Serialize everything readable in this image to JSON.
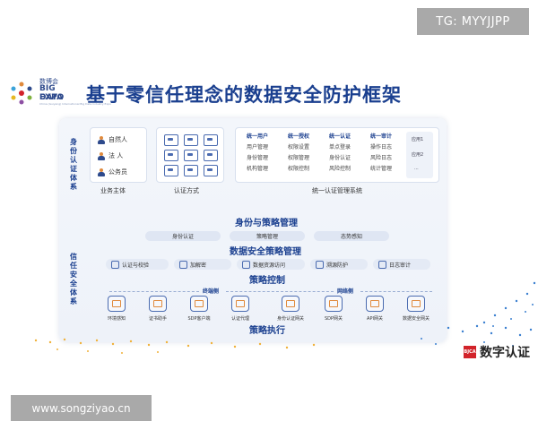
{
  "watermarks": {
    "top": "TG: MYYJJPP",
    "bottom": "www.songziyao.cn"
  },
  "logo": {
    "line1": "数博会",
    "line2": "BIG DATA",
    "line3": "EXPO",
    "line4": "China (Guiyang) International Big Data Industry Expo"
  },
  "title": "基于零信任理念的数据安全防护框架",
  "identity_section": {
    "label": "身份认证体系",
    "subjects": [
      "自然人",
      "法 人",
      "公务员"
    ],
    "subjects_caption": "业务主体",
    "auth_caption": "认证方式",
    "columns": [
      {
        "header": "统一用户",
        "items": [
          "用户管理",
          "身份管理",
          "机构管理"
        ]
      },
      {
        "header": "统一授权",
        "items": [
          "权限设置",
          "权限管理",
          "权限控制"
        ]
      },
      {
        "header": "统一认证",
        "items": [
          "单点登录",
          "身份认证",
          "风险控制"
        ]
      },
      {
        "header": "统一审计",
        "items": [
          "操作日志",
          "风险日志",
          "统计管理"
        ]
      }
    ],
    "apps": [
      "应用1",
      "应用2",
      "..."
    ],
    "system_caption": "统一认证管理系统"
  },
  "trust_section": {
    "label": "信任安全体系",
    "identity_policy_title": "身份与策略管理",
    "identity_policy_items": [
      "身份认证",
      "策略管理",
      "态势感知"
    ],
    "data_policy_title": "数据安全策略管理",
    "control_items": [
      "认证与校验",
      "加解密",
      "数据资源访问",
      "溯源防护",
      "日志审计"
    ],
    "control_title": "策略控制",
    "terminal_side": "终端侧",
    "network_side": "网络侧",
    "exec_items": [
      "环境感知",
      "证书助手",
      "SDP客户端",
      "认证代理",
      "身份认证网关",
      "SDP网关",
      "API网关",
      "数据安全网关"
    ],
    "exec_title": "策略执行"
  },
  "brand": {
    "mark": "BJCA",
    "text": "数字认证"
  },
  "colors": {
    "primary": "#1a3f8f",
    "accent": "#e08a3c",
    "brand_red": "#d2232a"
  }
}
